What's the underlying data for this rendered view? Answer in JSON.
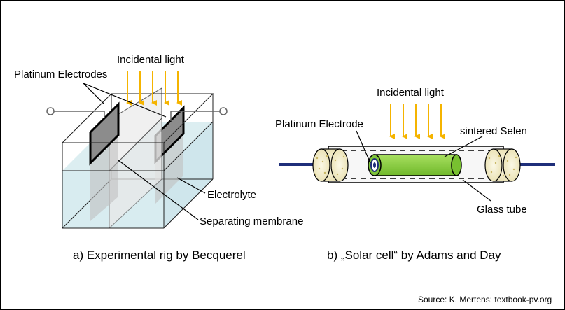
{
  "left": {
    "light_label": "Incidental light",
    "electrodes_label": "Platinum Electrodes",
    "electrolyte_label": "Electrolyte",
    "membrane_label": "Separating membrane",
    "caption": "a) Experimental rig by Becquerel"
  },
  "right": {
    "light_label": "Incidental light",
    "electrode_label": "Platinum Electrode",
    "selen_label": "sintered Selen",
    "tube_label": "Glass tube",
    "caption": "b) „Solar cell“ by Adams and Day"
  },
  "source": "Source: K. Mertens: textbook-pv.org",
  "colors": {
    "light_arrow": "#f5b400",
    "electrolyte": "#d8ecf0",
    "electrode": "#8c8c8c",
    "membrane": "#eeeeee",
    "selen": "#8cd23c",
    "wire": "#1f2f7a",
    "cap": "#f3eecf"
  }
}
